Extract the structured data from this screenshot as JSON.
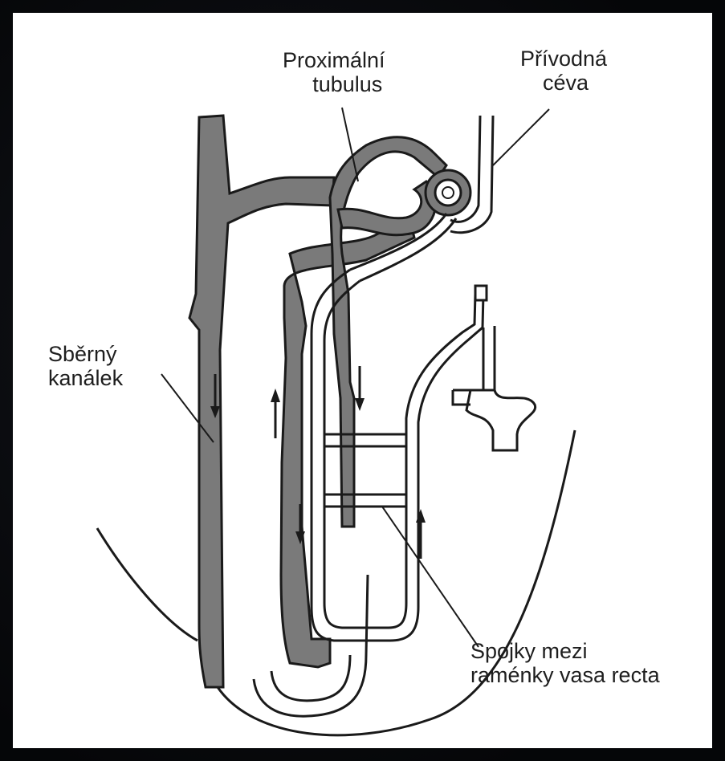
{
  "diagram": {
    "labels": {
      "proximal_tubule": {
        "line1": "Proximální",
        "line2": "tubulus"
      },
      "afferent_vessel": {
        "line1": "Přívodná",
        "line2": "céva"
      },
      "collecting_duct": {
        "line1": "Sběrný",
        "line2": "kanálek"
      },
      "vasa_recta_links": {
        "line1": "Spojky mezi",
        "line2": "raménky vasa recta"
      }
    },
    "colors": {
      "tubule_fill": "#7a7a7a",
      "outline": "#1a1a1a",
      "background": "#ffffff",
      "frame": "#0a0c10"
    }
  }
}
